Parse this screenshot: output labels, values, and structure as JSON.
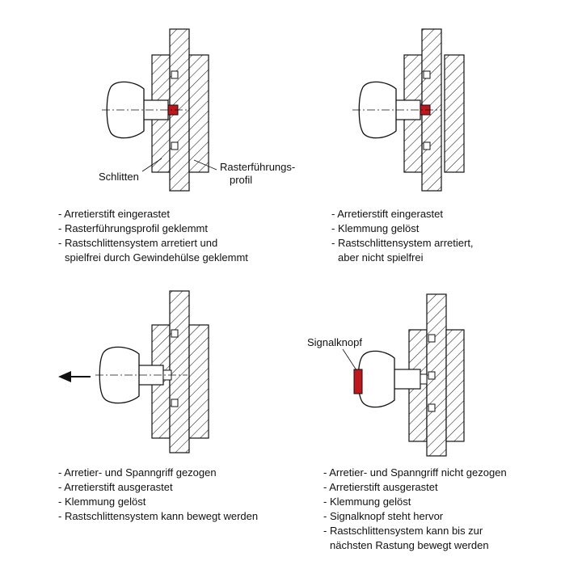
{
  "panels": [
    {
      "labels": {
        "left": "Schlitten",
        "right_line1": "Rasterführungs-",
        "right_line2": "profil"
      },
      "items": [
        "- Arretierstift eingerastet",
        "- Rasterführungsprofil geklemmt",
        "- Rastschlittensystem arretiert und",
        "  spielfrei durch Gewindehülse geklemmt"
      ]
    },
    {
      "labels": {},
      "items": [
        "- Arretierstift eingerastet",
        "- Klemmung gelöst",
        "- Rastschlittensystem arretiert,",
        "  aber nicht spielfrei"
      ]
    },
    {
      "labels": {},
      "items": [
        "- Arretier- und Spanngriff gezogen",
        "- Arretierstift ausgerastet",
        "- Klemmung gelöst",
        "- Rastschlittensystem kann bewegt werden"
      ]
    },
    {
      "labels": {
        "signal": "Signalknopf"
      },
      "items": [
        "- Arretier- und Spanngriff nicht gezogen",
        "- Arretierstift ausgerastet",
        "- Klemmung gelöst",
        "- Signalknopf steht hervor",
        "- Rastschlittensystem kann bis zur",
        "  nächsten Rastung bewegt werden"
      ]
    }
  ],
  "colors": {
    "highlight": "#c0161c",
    "line": "#111111",
    "background": "#ffffff"
  }
}
